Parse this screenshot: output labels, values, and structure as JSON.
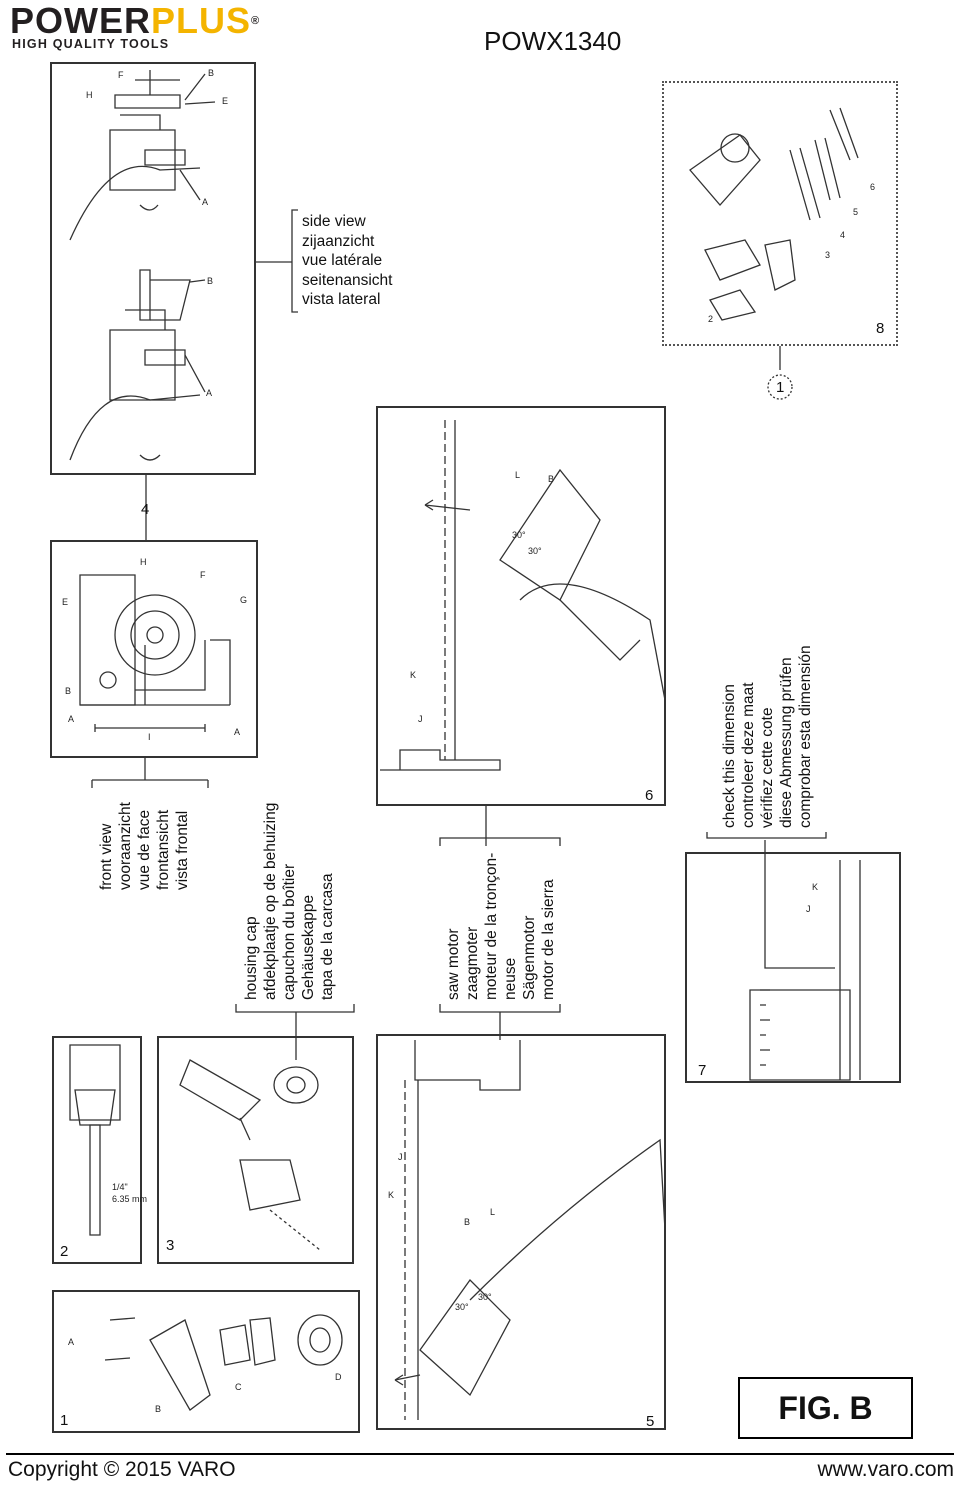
{
  "header": {
    "brand_a": "POWER",
    "brand_b": "PLUS",
    "registered": "®",
    "tagline": "HIGH QUALITY TOOLS",
    "model": "POWX1340"
  },
  "colors": {
    "brand_yellow": "#f4b400",
    "brand_dark": "#231f20"
  },
  "labels": {
    "side_view": [
      "side view",
      "zijaanzicht",
      "vue latérale",
      "seitenansicht",
      "vista lateral"
    ],
    "front_view": [
      "front view",
      "vooraanzicht",
      "vue de face",
      "frontansicht",
      "vista frontal"
    ],
    "housing_cap": [
      "housing cap",
      "afdekplaatje op de behuizing",
      "capuchon du boîtier",
      "Gehäusekappe",
      "tapa de la carcasa"
    ],
    "saw_motor": [
      "saw motor",
      "zaagmoter",
      "moteur de la tronçon-",
      "neuse",
      "Sägenmotor",
      "motor de la sierra"
    ],
    "check_dimension": [
      "check this dimension",
      "controleer deze maat",
      "vérifiez cette cote",
      "diese Abmessung prüfen",
      "comprobar esta dimensión"
    ]
  },
  "step_numbers": {
    "s1": "1",
    "s2": "2",
    "s3": "3",
    "s4": "4",
    "s5": "5",
    "s6": "6",
    "s7": "7",
    "s8": "8"
  },
  "parts": {
    "a": "A",
    "b": "B",
    "c": "C",
    "d": "D",
    "e": "E",
    "f": "F",
    "g": "G",
    "h": "H",
    "j": "J",
    "k": "K",
    "l": "L",
    "i": "I"
  },
  "kit_numbers": {
    "n2": "2",
    "n3": "3",
    "n4": "4",
    "n5": "5",
    "n6": "6"
  },
  "angles": {
    "a30": "30°"
  },
  "bit_size": {
    "inch": "1/4\"",
    "mm": "6.35 mm"
  },
  "figure": {
    "label": "FIG. B"
  },
  "footer": {
    "copyright": "Copyright © 2015 VARO",
    "website": "www.varo.com"
  }
}
